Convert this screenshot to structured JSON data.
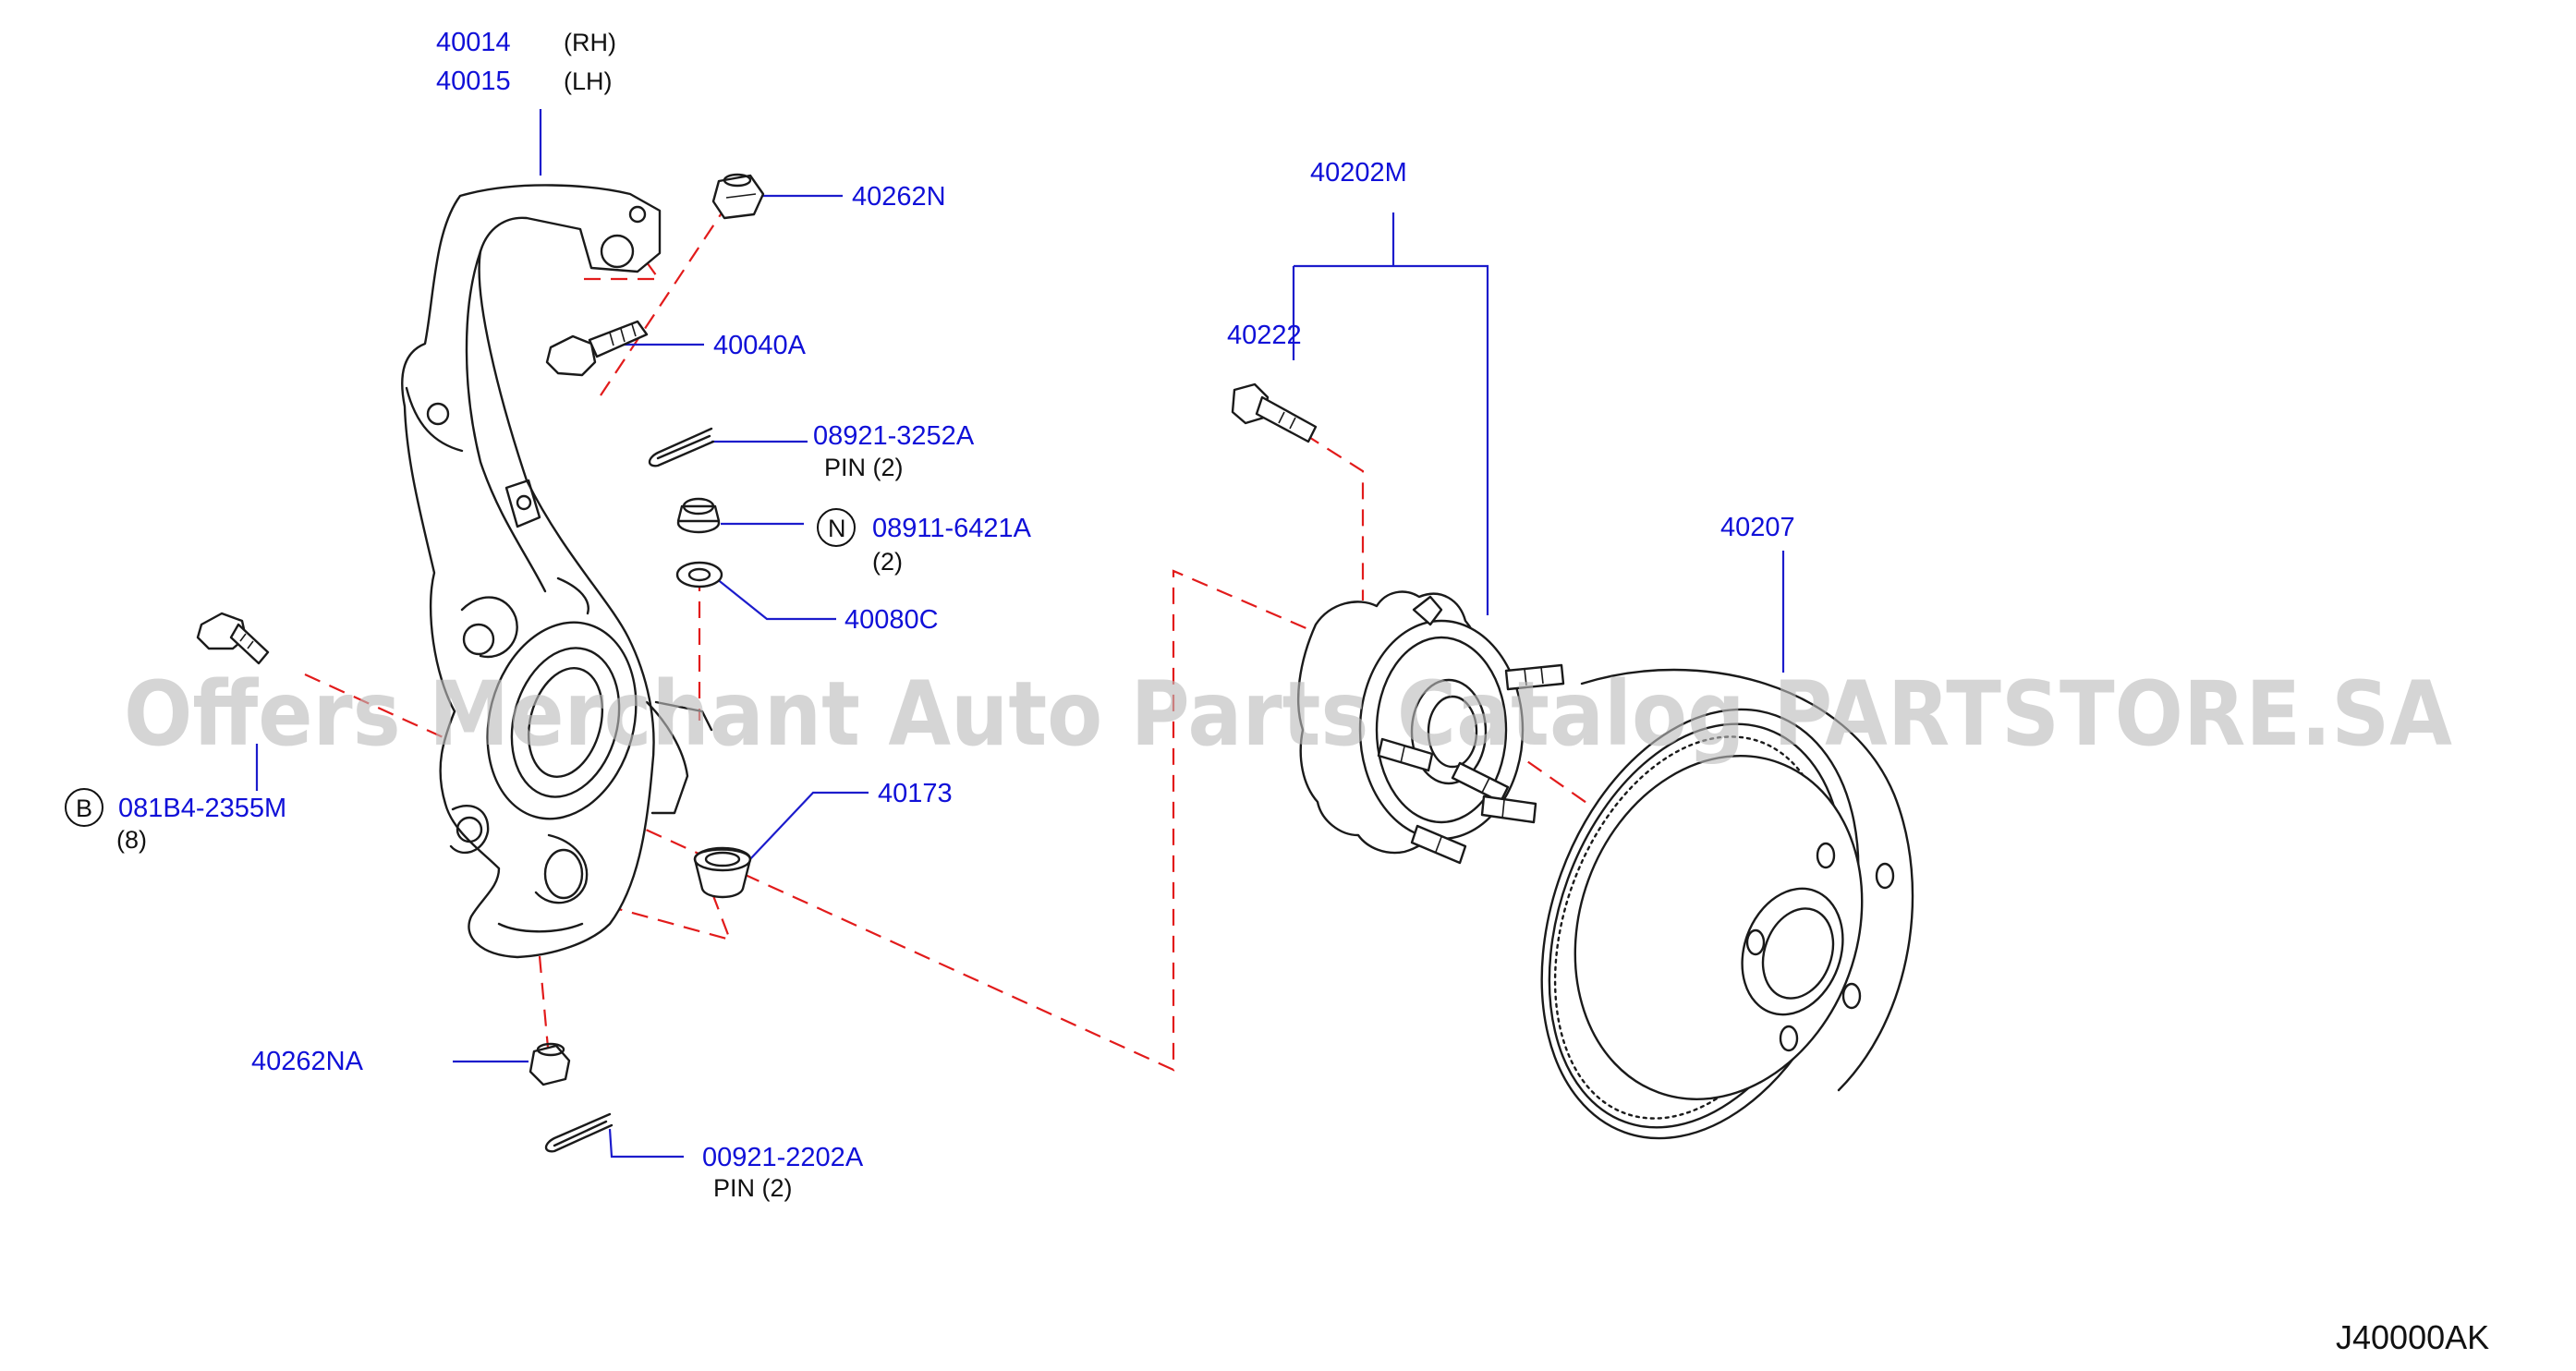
{
  "labels": {
    "knuckle_rh": "40014",
    "knuckle_rh_side": "(RH)",
    "knuckle_lh": "40015",
    "knuckle_lh_side": "(LH)",
    "nut_top": "40262N",
    "bolt_upper": "40040A",
    "pin_upper": "08921-3252A",
    "pin_upper_qty": "PIN   (2)",
    "nut_n": "08911-6421A",
    "nut_n_qty": "(2)",
    "nut_n_marker": "N",
    "washer": "40080C",
    "bolt_b": "081B4-2355M",
    "bolt_b_qty": "(8)",
    "bolt_b_marker": "B",
    "bushing": "40173",
    "nut_bottom": "40262NA",
    "pin_lower": "00921-2202A",
    "pin_lower_qty": "PIN   (2)",
    "hub_assembly": "40202M",
    "hub_bolt": "40222",
    "rotor": "40207",
    "diagram_code": "J40000AK"
  },
  "watermark": "Offers Merchant Auto Parts Catalog PARTSTORE.SA",
  "colors": {
    "label": "#1010d8",
    "leader": "#1c1ccc",
    "centerline": "#e21b1b",
    "linework": "#1a1a1a",
    "watermark": "#bcbcbc"
  }
}
